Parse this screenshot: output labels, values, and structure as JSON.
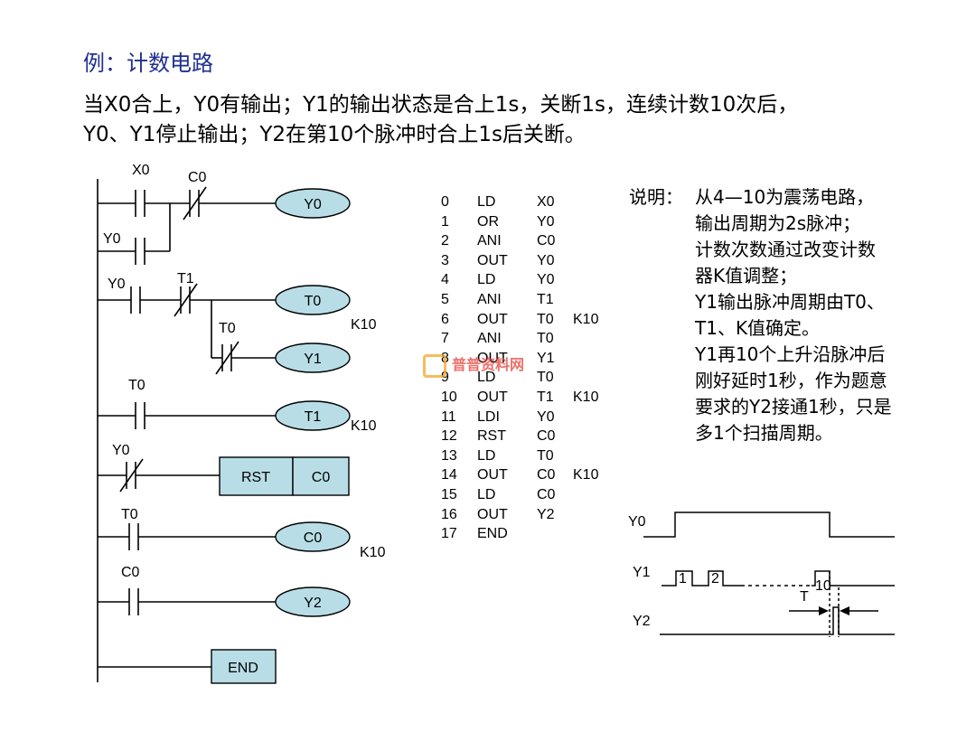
{
  "title": "例：计数电路",
  "intro": [
    "当X0合上，Y0有输出；Y1的输出状态是合上1s，关断1s，连续计数10次后，",
    "Y0、Y1停止输出；Y2在第10个脉冲时合上1s后关断。"
  ],
  "ladder": {
    "contacts": [
      "X0",
      "C0",
      "Y0",
      "Y0",
      "T1",
      "T0",
      "T0",
      "Y0",
      "T0",
      "C0"
    ],
    "coils": [
      "Y0",
      "T0",
      "Y1",
      "T1",
      "C0",
      "Y2"
    ],
    "k_values": [
      "K10",
      "K10",
      "K10"
    ],
    "rst": [
      "RST",
      "C0"
    ],
    "end": "END"
  },
  "program": [
    {
      "n": "0",
      "op": "LD",
      "arg": "X0",
      "k": ""
    },
    {
      "n": "1",
      "op": "OR",
      "arg": "Y0",
      "k": ""
    },
    {
      "n": "2",
      "op": "ANI",
      "arg": "C0",
      "k": ""
    },
    {
      "n": "3",
      "op": "OUT",
      "arg": "Y0",
      "k": ""
    },
    {
      "n": "4",
      "op": "LD",
      "arg": "Y0",
      "k": ""
    },
    {
      "n": "5",
      "op": "ANI",
      "arg": "T1",
      "k": ""
    },
    {
      "n": "6",
      "op": "OUT",
      "arg": "T0",
      "k": "K10"
    },
    {
      "n": "7",
      "op": "ANI",
      "arg": "T0",
      "k": ""
    },
    {
      "n": "8",
      "op": "OUT",
      "arg": "Y1",
      "k": ""
    },
    {
      "n": "9",
      "op": "LD",
      "arg": "T0",
      "k": ""
    },
    {
      "n": "10",
      "op": "OUT",
      "arg": "T1",
      "k": "K10"
    },
    {
      "n": "11",
      "op": "LDI",
      "arg": "Y0",
      "k": ""
    },
    {
      "n": "12",
      "op": "RST",
      "arg": "C0",
      "k": ""
    },
    {
      "n": "13",
      "op": "LD",
      "arg": "T0",
      "k": ""
    },
    {
      "n": "14",
      "op": "OUT",
      "arg": "C0",
      "k": "K10"
    },
    {
      "n": "15",
      "op": "LD",
      "arg": "C0",
      "k": ""
    },
    {
      "n": "16",
      "op": "OUT",
      "arg": "Y2",
      "k": ""
    },
    {
      "n": "17",
      "op": "END",
      "arg": "",
      "k": ""
    }
  ],
  "note": {
    "head": "说明：",
    "lines": [
      "从4—10为震荡电路，",
      "输出周期为2s脉冲；",
      "计数次数通过改变计数",
      "器K值调整；",
      "Y1输出脉冲周期由T0、",
      "T1、K值确定。",
      "Y1再10个上升沿脉冲后",
      "刚好延时1秒，作为题意",
      "要求的Y2接通1秒，只是",
      "多1个扫描周期。"
    ]
  },
  "timing": {
    "signals": [
      "Y0",
      "Y1",
      "Y2"
    ],
    "pulse_labels": [
      "1",
      "2",
      "10"
    ],
    "t_label": "T"
  },
  "watermark": "普普资料网",
  "colors": {
    "title": "#1f2f8f",
    "coil_fill": "#b8dde6",
    "box_fill": "#b8dde6"
  }
}
